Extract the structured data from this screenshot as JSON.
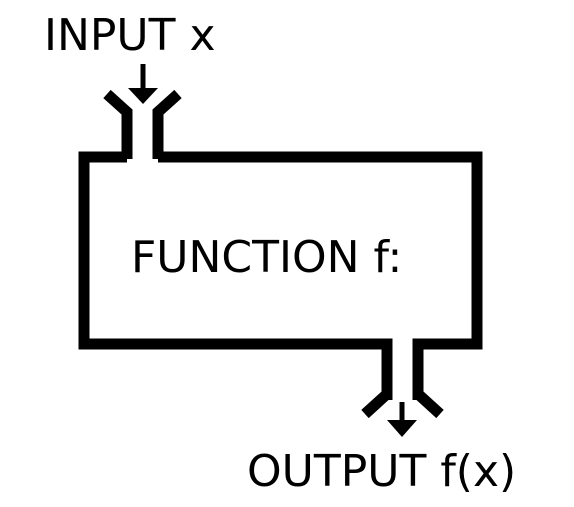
{
  "diagram": {
    "input_label": "INPUT x",
    "function_label": "FUNCTION f:",
    "output_label": "OUTPUT f(x)"
  },
  "colors": {
    "stroke": "#000000",
    "background": "#ffffff"
  }
}
